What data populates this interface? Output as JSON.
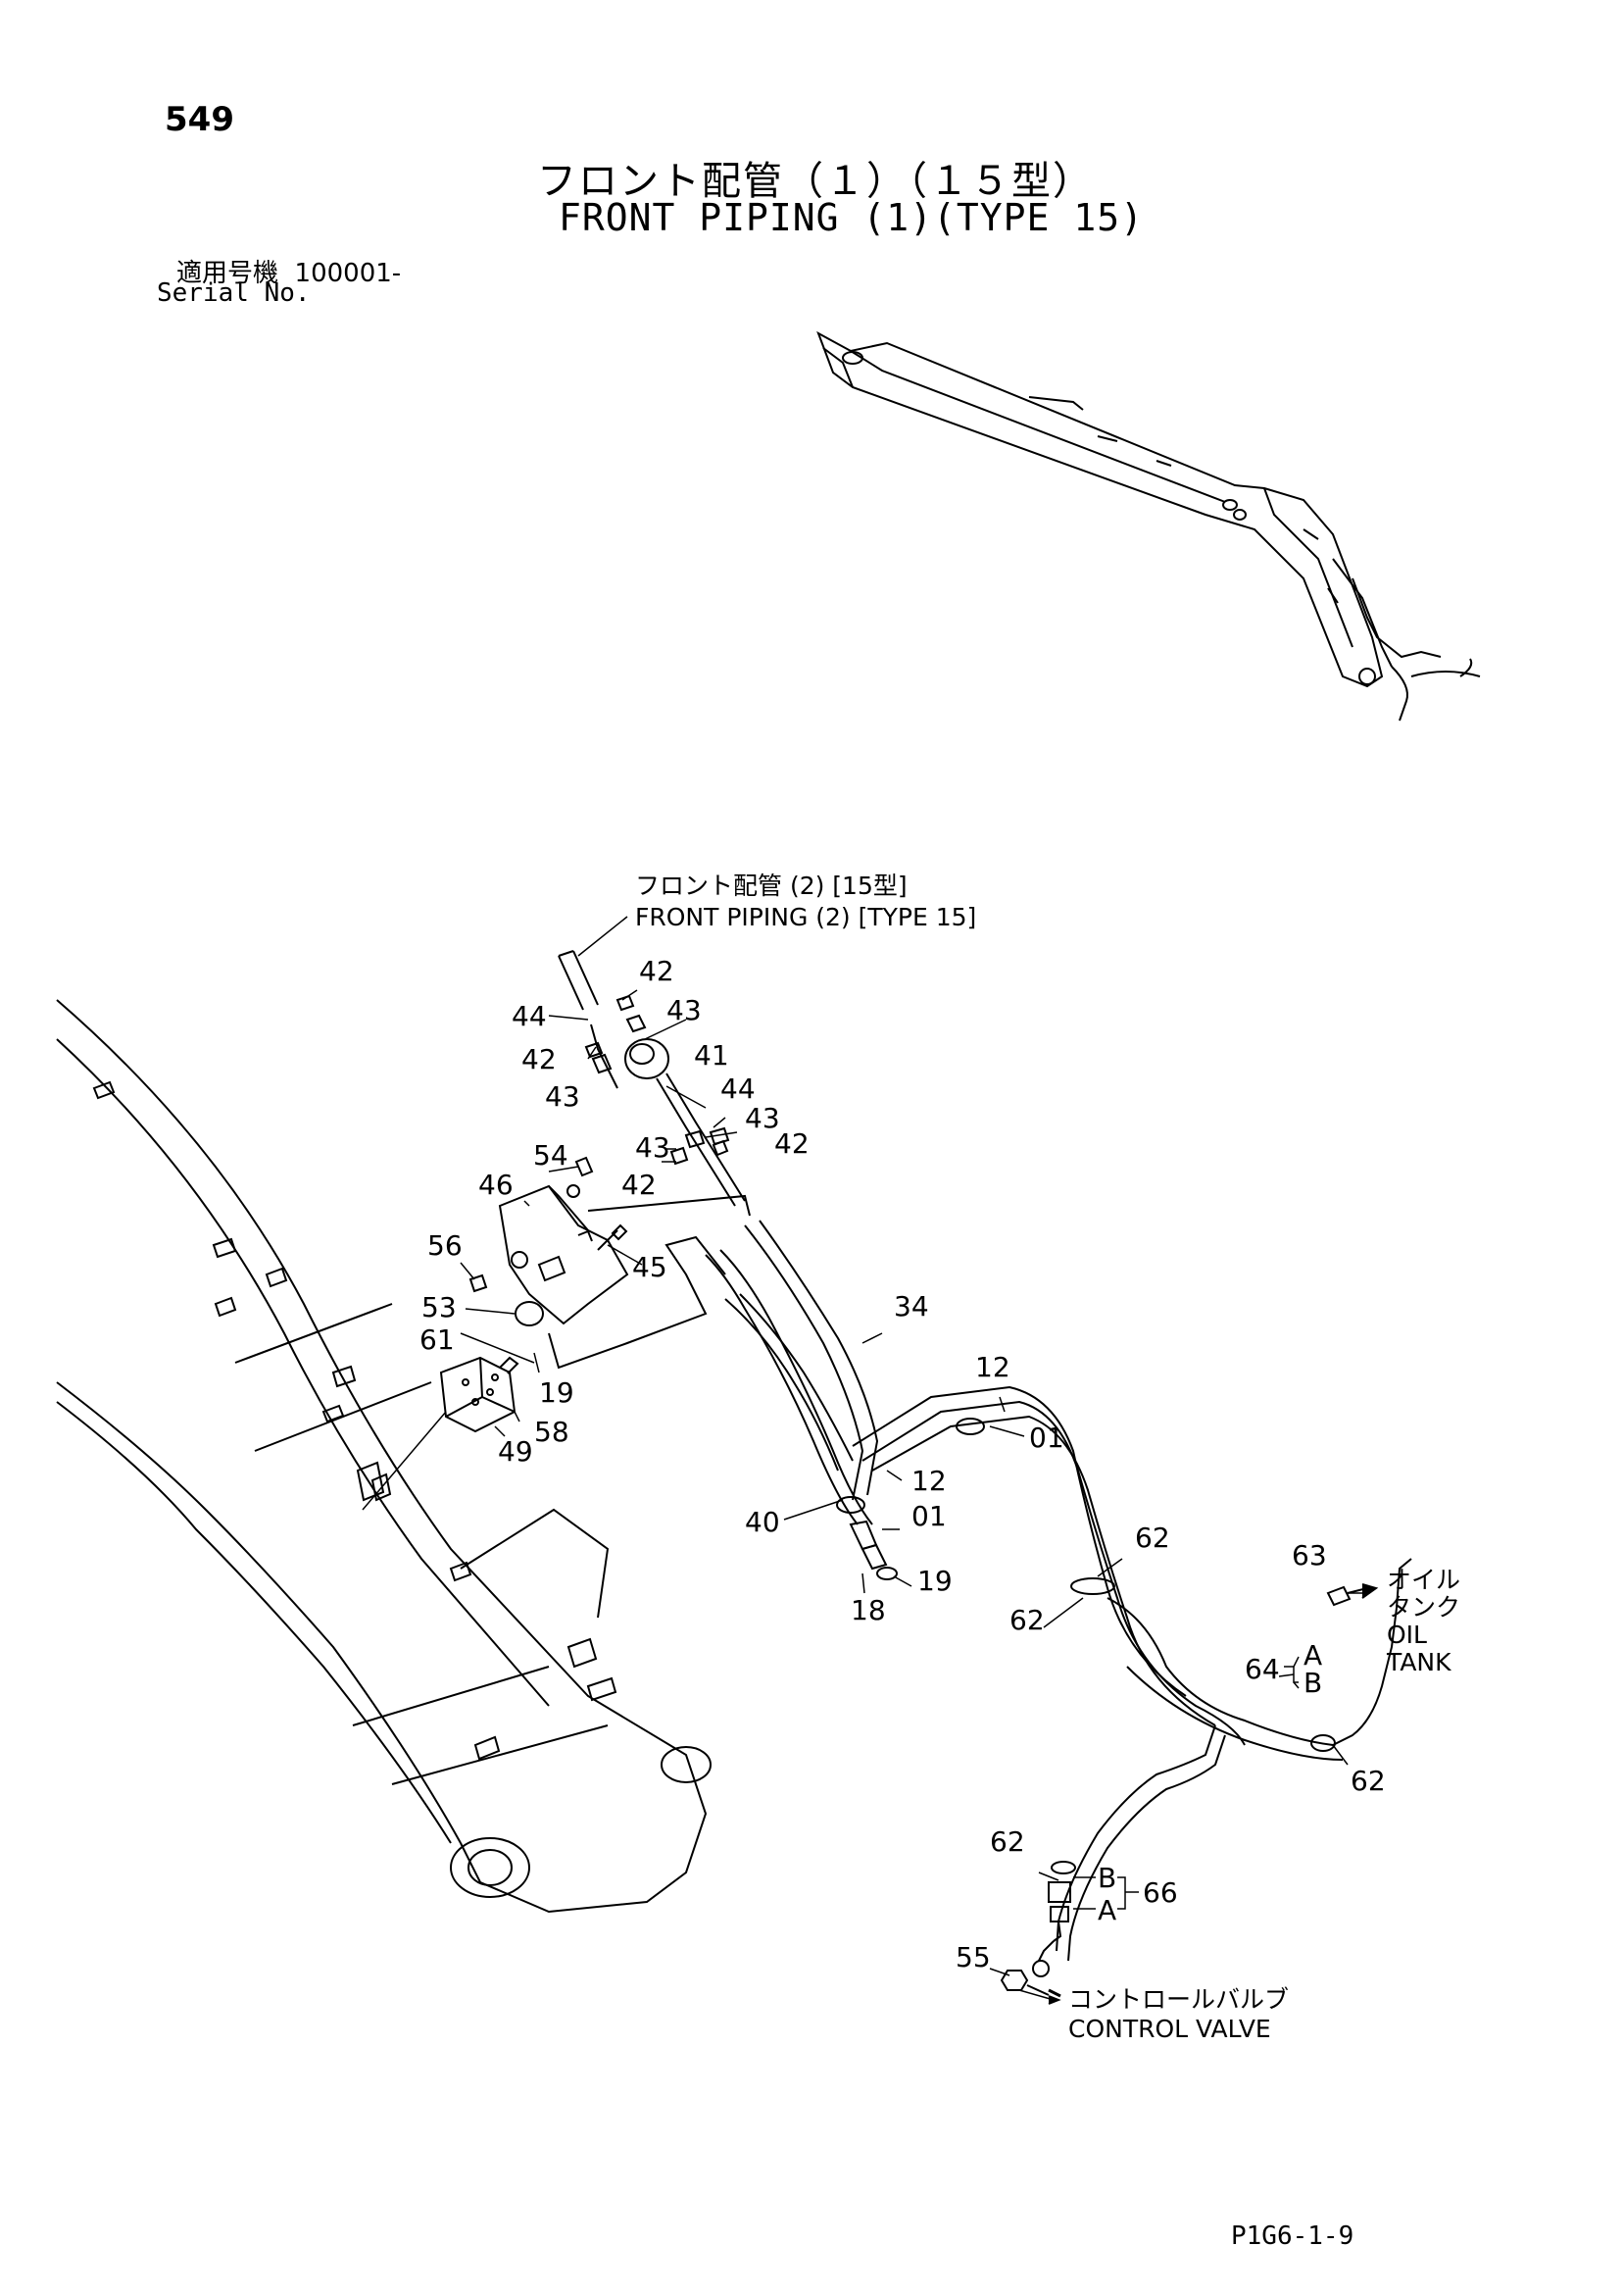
{
  "header": {
    "page_number": "549",
    "title_ja": "フロント配管（１）（１５型）",
    "title_en": "FRONT PIPING (1)(TYPE 15)",
    "serial_label_ja": "適用号機",
    "serial_value": "100001-",
    "serial_label_en": "Serial No."
  },
  "annotations": {
    "front_piping_2_ja": "フロント配管 (2) [15型]",
    "front_piping_2_en": "FRONT PIPING (2) [TYPE 15]",
    "oil_tank_ja_1": "オイル",
    "oil_tank_ja_2": "タンク",
    "oil_tank_en_1": "OIL",
    "oil_tank_en_2": "TANK",
    "control_valve_ja": "コントロールバルブ",
    "control_valve_en": "CONTROL VALVE"
  },
  "callouts": [
    {
      "id": "c42a",
      "text": "42"
    },
    {
      "id": "c44a",
      "text": "44"
    },
    {
      "id": "c43a",
      "text": "43"
    },
    {
      "id": "c42b",
      "text": "42"
    },
    {
      "id": "c43b",
      "text": "43"
    },
    {
      "id": "c41",
      "text": "41"
    },
    {
      "id": "c44b",
      "text": "44"
    },
    {
      "id": "c43c",
      "text": "43"
    },
    {
      "id": "c43d",
      "text": "43"
    },
    {
      "id": "c42c",
      "text": "42"
    },
    {
      "id": "c54",
      "text": "54"
    },
    {
      "id": "c42d",
      "text": "42"
    },
    {
      "id": "c46",
      "text": "46"
    },
    {
      "id": "c45",
      "text": "45"
    },
    {
      "id": "c56",
      "text": "56"
    },
    {
      "id": "c53",
      "text": "53"
    },
    {
      "id": "c61",
      "text": "61"
    },
    {
      "id": "c19a",
      "text": "19"
    },
    {
      "id": "c58",
      "text": "58"
    },
    {
      "id": "c49",
      "text": "49"
    },
    {
      "id": "c34",
      "text": "34"
    },
    {
      "id": "c12a",
      "text": "12"
    },
    {
      "id": "c01a",
      "text": "01"
    },
    {
      "id": "c12b",
      "text": "12"
    },
    {
      "id": "c01b",
      "text": "01"
    },
    {
      "id": "c40",
      "text": "40"
    },
    {
      "id": "c18",
      "text": "18"
    },
    {
      "id": "c19b",
      "text": "19"
    },
    {
      "id": "c62a",
      "text": "62"
    },
    {
      "id": "c62b",
      "text": "62"
    },
    {
      "id": "c63",
      "text": "63"
    },
    {
      "id": "c64",
      "text": "64"
    },
    {
      "id": "c64A",
      "text": "A"
    },
    {
      "id": "c64B",
      "text": "B"
    },
    {
      "id": "c62c",
      "text": "62"
    },
    {
      "id": "c62d",
      "text": "62"
    },
    {
      "id": "c66",
      "text": "66"
    },
    {
      "id": "c66B",
      "text": "B"
    },
    {
      "id": "c66A",
      "text": "A"
    },
    {
      "id": "c55",
      "text": "55"
    }
  ],
  "footer": {
    "drawing_code": "P1G6-1-9"
  }
}
